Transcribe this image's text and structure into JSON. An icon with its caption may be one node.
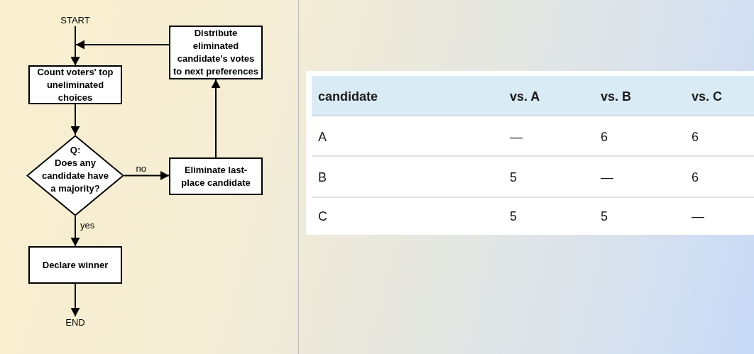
{
  "diagram": {
    "nodes": [
      {
        "text": [
          "START"
        ]
      },
      {
        "text": [
          "Distribute eliminated candidate's votes to next preferences"
        ]
      },
      {
        "text": [
          "Count voters' top uneliminated choices"
        ]
      },
      {
        "text": [
          "Q:",
          "Does any candidate have a majority?"
        ]
      },
      {
        "text": [
          "Eliminate last-place candidate"
        ]
      },
      {
        "text": [
          "Declare winner"
        ]
      },
      {
        "text": [
          "END"
        ]
      }
    ],
    "edges": [
      {
        "from": 0,
        "to": 2,
        "arrow": "to"
      },
      {
        "from": 2,
        "to": 3,
        "arrow": "to"
      },
      {
        "from": 3,
        "to": 4,
        "arrow": "to",
        "label": "no"
      },
      {
        "from": 4,
        "to": 1,
        "arrow": "to"
      },
      {
        "from": 1,
        "to": 2,
        "arrow": "to"
      },
      {
        "from": 3,
        "to": 5,
        "arrow": "to",
        "label": "yes"
      },
      {
        "from": 5,
        "to": 6,
        "arrow": "to"
      }
    ],
    "labels": [
      "candidate",
      "vs. A",
      "vs. B",
      "vs. C",
      "A",
      "—",
      "6",
      "6",
      "B",
      "5",
      "—",
      "6",
      "C",
      "5",
      "5",
      "—"
    ]
  }
}
